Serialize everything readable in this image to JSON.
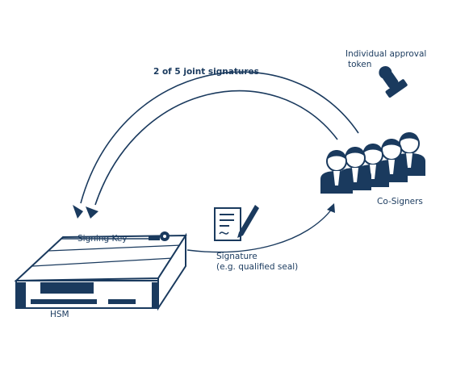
{
  "diagram": {
    "joint_signatures_label": "2 of 5 joint signatures",
    "approval_token_label_line1": "Individual approval",
    "approval_token_label_line2": "token",
    "cosigners_label": "Co-Signers",
    "signing_key_label": "Signing Key",
    "signature_label_line1": "Signature",
    "signature_label_line2": "(e.g. qualified seal)",
    "hsm_label": "HSM",
    "colors": {
      "primary": "#1a3a5e",
      "background": "#ffffff"
    },
    "icons": [
      "stamp-icon",
      "person-icon",
      "document-pen-icon",
      "key-icon",
      "hsm-device-icon"
    ]
  }
}
